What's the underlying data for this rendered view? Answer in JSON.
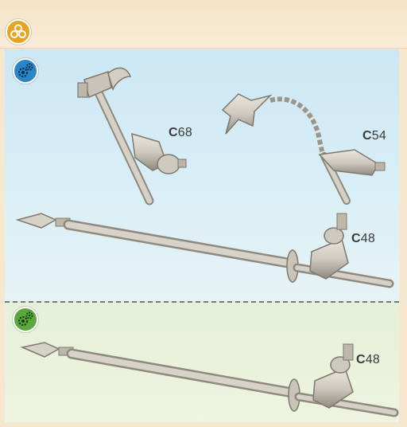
{
  "parts": [
    {
      "code": "C68"
    },
    {
      "code": "C54"
    },
    {
      "code": "C48"
    },
    {
      "code": "C48"
    }
  ],
  "colors": {
    "page_bg": "#f6e7cf",
    "blue_panel": "#cfe8f5",
    "green_panel": "#e8f1dc",
    "badge_orange": "#e8a320",
    "badge_blue": "#2b86c8",
    "badge_green": "#5aa83c",
    "plastic": "#cfcac0",
    "plastic_shadow": "#8f897e"
  },
  "icons": {
    "top_badge": "model-parts-icon",
    "blue_badge": "gears-icon",
    "green_badge": "gears-icon"
  }
}
